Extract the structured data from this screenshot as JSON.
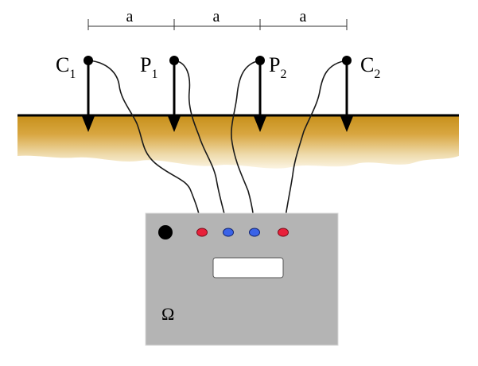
{
  "spacing": {
    "labels": [
      "a",
      "a",
      "a"
    ]
  },
  "electrodes": [
    {
      "label": "C",
      "sub": "1",
      "terminal_color": "#e8203a"
    },
    {
      "label": "P",
      "sub": "1",
      "terminal_color": "#3a63e8"
    },
    {
      "label": "P",
      "sub": "2",
      "terminal_color": "#3a63e8"
    },
    {
      "label": "C",
      "sub": "2",
      "terminal_color": "#e8203a"
    }
  ],
  "meter": {
    "symbol": "Ω",
    "body_color": "#b4b4b4",
    "knob_color": "#000000"
  },
  "colors": {
    "soil_top": "#c7901a",
    "soil_bottom": "#faf1d8"
  }
}
